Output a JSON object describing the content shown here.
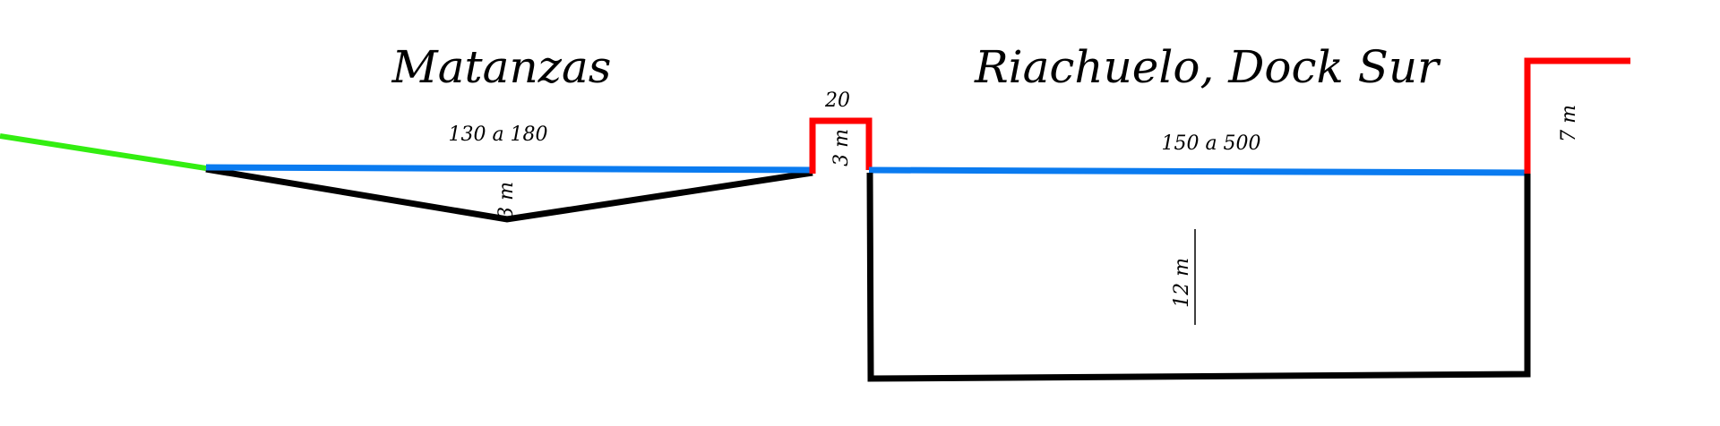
{
  "titles": {
    "left": "Matanzas",
    "right": "Riachuelo, Dock Sur"
  },
  "labels": {
    "matanzas_width": "130 a 180",
    "matanzas_depth": "3 m",
    "bank_width": "20",
    "bank_height": "3 m",
    "riachuelo_width": "150 a 500",
    "riachuelo_depth": "12 m",
    "riachuelo_bank_height": "7 m"
  },
  "colors": {
    "land": "#33ee11",
    "water": "#0a7bf0",
    "bed": "#000000",
    "bank": "#ff0000"
  }
}
